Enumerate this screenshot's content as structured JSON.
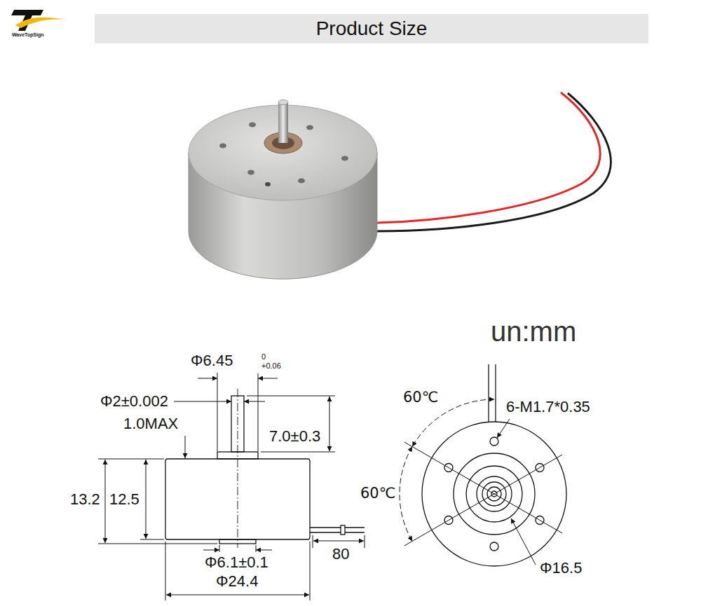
{
  "diagram": {
    "title": "Product Size",
    "labels": [
      "WaveTopSign",
      "un:mm",
      "Φ6.45",
      "0",
      "+0.06",
      "Φ2±0.002",
      "1.0MAX",
      "7.0±0.3",
      "13.2",
      "12.5",
      "80",
      "Φ6.1±0.1",
      "Φ24.4",
      "60℃",
      "60℃",
      "6-M1.7*0.35",
      "Φ16.5"
    ]
  }
}
